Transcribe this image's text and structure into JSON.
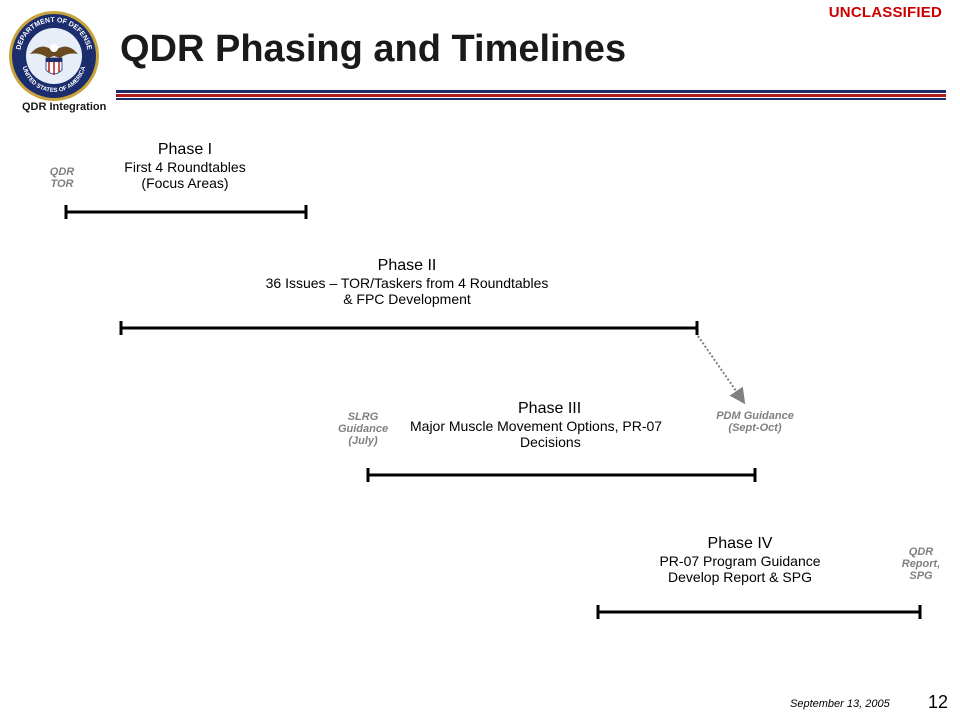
{
  "header": {
    "classification": "UNCLASSIFIED",
    "title": "QDR Phasing and Timelines",
    "org_label": "QDR Integration",
    "seal": {
      "text_top": "DEPARTMENT OF DEFENSE",
      "text_bottom": "UNITED STATES OF AMERICA"
    }
  },
  "phases": [
    {
      "name": "Phase I",
      "desc_lines": [
        "First 4 Roundtables",
        "(Focus Areas)"
      ]
    },
    {
      "name": "Phase II",
      "desc_lines": [
        "36 Issues – TOR/Taskers from 4 Roundtables",
        "& FPC Development"
      ]
    },
    {
      "name": "Phase III",
      "desc_lines": [
        "Major Muscle Movement Options, PR-07",
        "Decisions"
      ]
    },
    {
      "name": "Phase IV",
      "desc_lines": [
        "PR-07 Program Guidance",
        "Develop Report & SPG"
      ]
    }
  ],
  "milestones": {
    "qdr_tor": [
      "QDR",
      "TOR"
    ],
    "slrg": [
      "SLRG",
      "Guidance",
      "(July)"
    ],
    "pdm": [
      "PDM Guidance",
      "(Sept-Oct)"
    ],
    "qdr_report": [
      "QDR",
      "Report,",
      "SPG"
    ]
  },
  "footer": {
    "date": "September 13, 2005",
    "page_number": "12"
  },
  "colors": {
    "classification": "#cc0000",
    "rule_blue": "#1f2a6b",
    "rule_red": "#b01c1c",
    "milestone_gray": "#808080",
    "seal_blue": "#1c2d6e",
    "seal_gold": "#c9a43a"
  }
}
